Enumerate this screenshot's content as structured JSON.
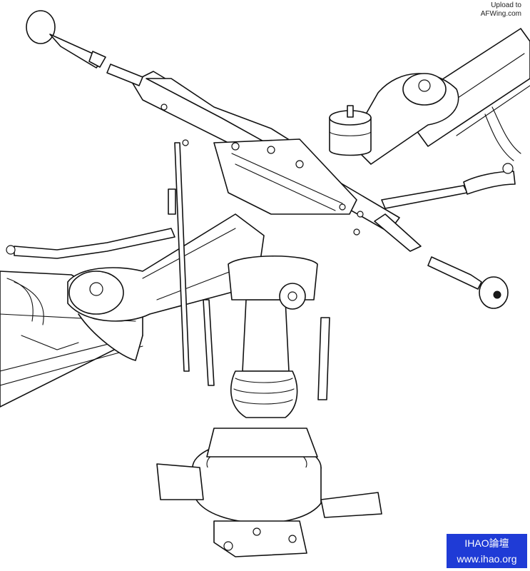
{
  "upload_note": {
    "line1": "Upload to",
    "line2": "AFWing.com"
  },
  "watermark": {
    "line1": "IHAO論壇",
    "line2": "www.ihao.org",
    "background": "#1f3bd6"
  },
  "illustration": {
    "subject": "helicopter rotor head line drawing",
    "style": "black line art on white"
  }
}
